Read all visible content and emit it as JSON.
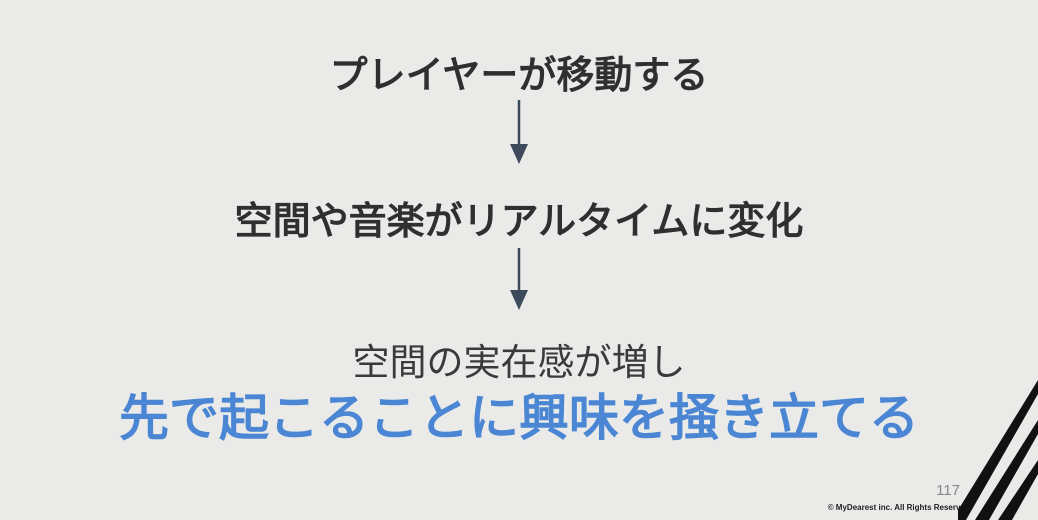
{
  "slide": {
    "step1": "プレイヤーが移動する",
    "step2": "空間や音楽がリアルタイムに変化",
    "result_sub": "空間の実在感が増し",
    "result_main": "先で起こることに興味を掻き立てる",
    "page_number": "117",
    "copyright": "© MyDearest inc. All Rights Reserved."
  },
  "colors": {
    "background": "#eaebe8",
    "text": "#2f2f2f",
    "accent": "#4a86d4",
    "arrow": "#3d4a5c"
  }
}
